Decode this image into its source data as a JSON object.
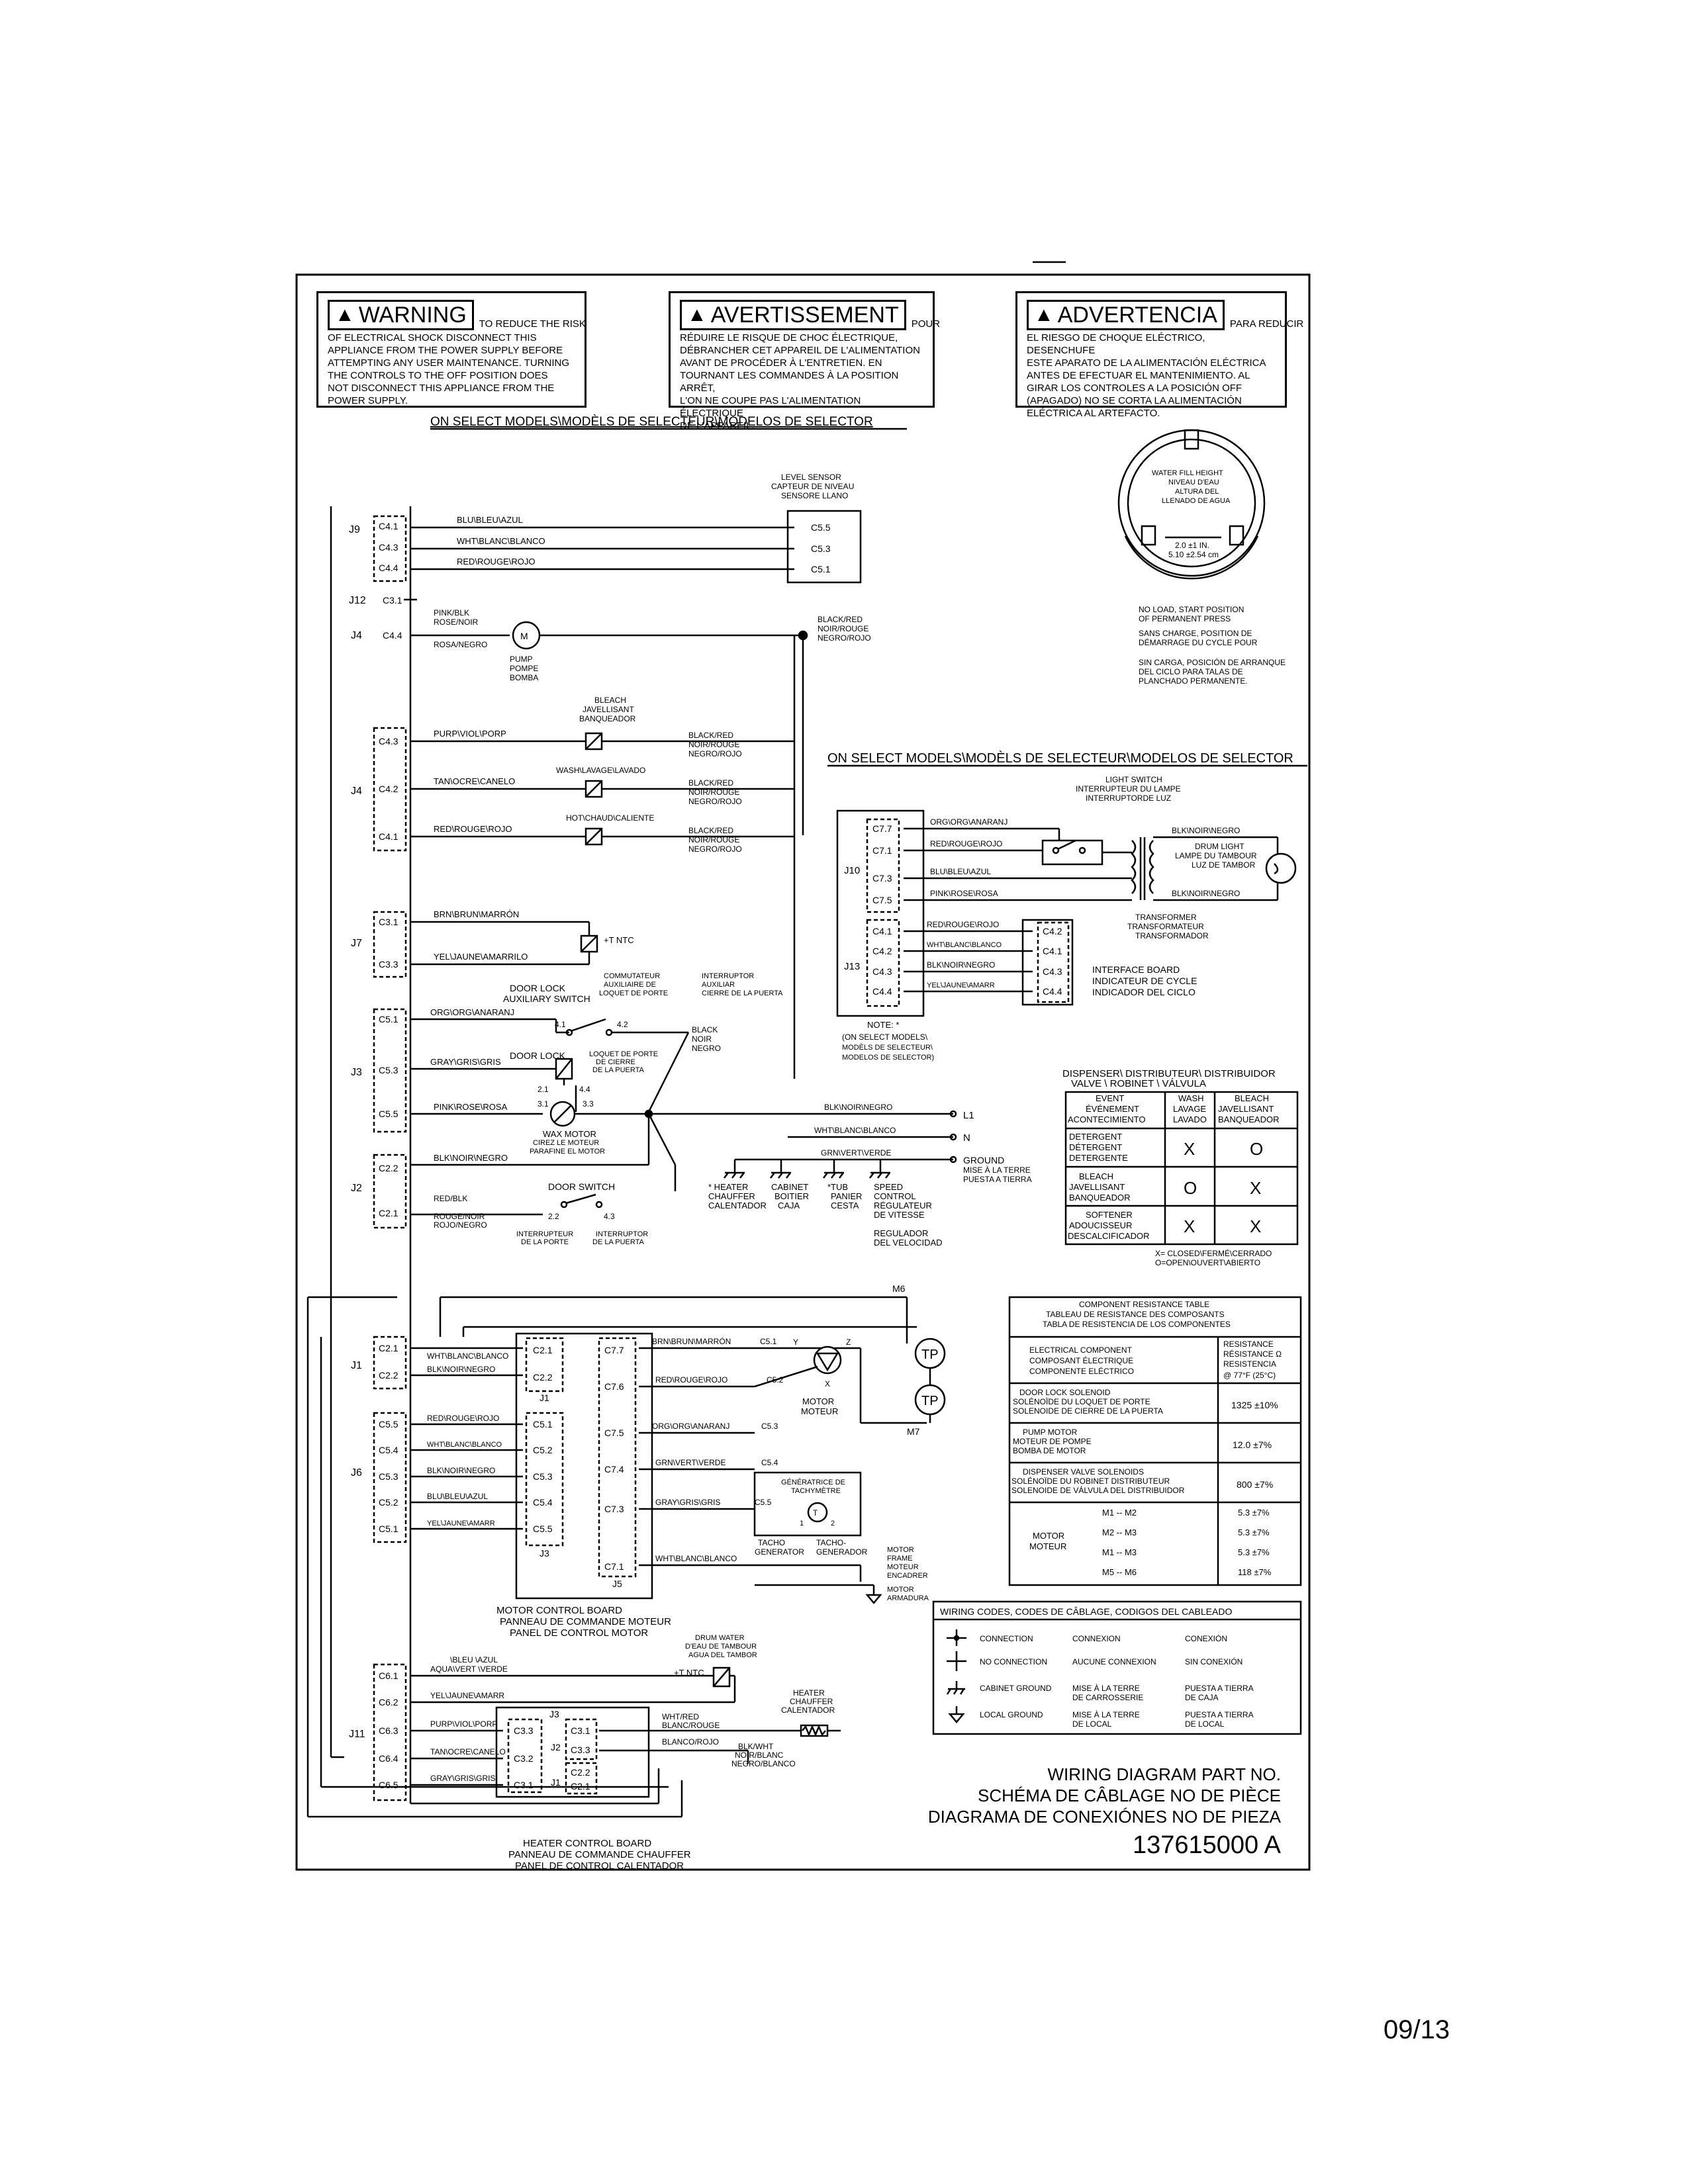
{
  "warnings": {
    "en": {
      "title": "WARNING",
      "lead": "TO REDUCE THE RISK",
      "body": "OF ELECTRICAL SHOCK DISCONNECT THIS\nAPPLIANCE FROM THE POWER SUPPLY BEFORE\nATTEMPTING ANY USER MAINTENANCE. TURNING\nTHE CONTROLS TO THE OFF POSITION DOES\nNOT DISCONNECT THIS APPLIANCE FROM THE\nPOWER SUPPLY."
    },
    "fr": {
      "title": "AVERTISSEMENT",
      "lead": "POUR",
      "body": "RÉDUIRE LE RISQUE DE CHOC ÉLECTRIQUE,\nDÉBRANCHER CET APPAREIL DE L'ALIMENTATION\nAVANT DE PROCÉDER À L'ENTRETIEN. EN\nTOURNANT LES COMMANDES À LA POSITION ARRÊT,\nL'ON NE COUPE PAS L'ALIMENTATION ÉLECTRIQUE\nDE L'APPAREIL."
    },
    "es": {
      "title": "ADVERTENCIA",
      "lead": "PARA REDUCIR",
      "body": "EL RIESGO DE CHOQUE ELÉCTRICO, DESENCHUFE\nESTE APARATO DE LA ALIMENTACIÓN ELÉCTRICA\nANTES DE EFECTUAR EL MANTENIMIENTO. AL\nGIRAR LOS CONTROLES A LA POSICIÓN OFF\n(APAGADO) NO SE CORTA LA ALIMENTACIÓN\nELÉCTRICA AL ARTEFACTO."
    }
  },
  "headings": {
    "select_models_top": "ON SELECT MODELS\\MODÈLS DE SELECTEUR\\MODELOS DE SELECTOR",
    "select_models_right": "ON SELECT MODELS\\MODÈLS DE SELECTEUR\\MODELOS DE SELECTOR"
  },
  "level_sensor": {
    "label": [
      "LEVEL SENSOR",
      "CAPTEUR DE NIVEAU",
      "SENSORE LLANO"
    ],
    "pins": [
      "C5.5",
      "C5.3",
      "C5.1"
    ]
  },
  "water_gauge": {
    "label": [
      "WATER FILL HEIGHT",
      "NIVEAU D'EAU",
      "ALTURA DEL",
      "LLENADO DE AGUA"
    ],
    "dim": [
      "2.0 ±1 IN.",
      "5.10 ±2.54 cm"
    ],
    "notes": [
      "NO LOAD, START POSITION",
      "OF PERMANENT PRESS",
      "SANS CHARGE, POSITION DE",
      "DÉMARRAGE DU CYCLE POUR",
      "SIN CARGA, POSICIÓN DE ARRANQUE",
      "DEL CICLO PARA TALAS DE",
      "PLANCHADO PERMANENTE."
    ]
  },
  "connectors": {
    "J9": [
      "C4.1",
      "C4.3",
      "C4.4"
    ],
    "J12": [
      "C3.1"
    ],
    "J4a": [
      "C4.4"
    ],
    "J4b": [
      "C4.3",
      "C4.2",
      "C4.1"
    ],
    "J7": [
      "C3.1",
      "C3.3"
    ],
    "J3": [
      "C5.1",
      "C5.3",
      "C5.5"
    ],
    "J2": [
      "C2.2",
      "C2.1"
    ],
    "J1": [
      "C2.1",
      "C2.2"
    ],
    "J6": [
      "C5.5",
      "C5.4",
      "C5.3",
      "C5.2",
      "C5.1"
    ],
    "J11": [
      "C6.1",
      "C6.2",
      "C6.3",
      "C6.4",
      "C6.5"
    ]
  },
  "wires": {
    "blu": "BLU\\BLEU\\AZUL",
    "wht": "WHT\\BLANC\\BLANCO",
    "red": "RED\\ROUGE\\ROJO",
    "pink_blk": [
      "PINK/BLK",
      "ROSE/NOIR",
      "ROSA/NEGRO"
    ],
    "black_red": [
      "BLACK/RED",
      "NOIR/ROUGE",
      "NEGRO/ROJO"
    ],
    "purp": "PURP\\VIOL\\PORP",
    "tan": "TAN\\OCRE\\CANELO",
    "brn": "BRN\\BRUN\\MARRÓN",
    "yel": "YEL\\JAUNE\\AMARRILO",
    "org": "ORG\\ORG\\ANARANJ",
    "gray": "GRAY\\GRIS\\GRIS",
    "pink": "PINK\\ROSE\\ROSA",
    "blk": "BLK\\NOIR\\NEGRO",
    "red_blk": [
      "RED/BLK",
      "ROUGE/NOIR",
      "ROJO/NEGRO"
    ],
    "grn": "GRN\\VERT\\VERDE",
    "wht_abbr": "WHT\\BLANC\\BLANCO",
    "blk_abbr": "BLK\\NOIR\\NEGRO",
    "blu_abbr": "BLU\\BLEU\\AZUL",
    "yel_abbr": "YEL\\JAUNE\\AMARR",
    "aqua": [
      "\\BLEU \\AZUL",
      "AQUA\\VERT \\VERDE"
    ],
    "wht_red": [
      "WHT/RED",
      "BLANC/ROUGE",
      "BLANCO/ROJO"
    ],
    "blk_wht": [
      "BLK/WHT",
      "NOIR/BLANC",
      "NEGRO/BLANCO"
    ]
  },
  "components": {
    "pump": [
      "PUMP",
      "POMPE",
      "BOMBA"
    ],
    "bleach": [
      "BLEACH",
      "JAVELLISANT",
      "BANQUEADOR"
    ],
    "wash": "WASH\\LAVAGE\\LAVADO",
    "hot": "HOT\\CHAUD\\CALIENTE",
    "ntc": "+T NTC",
    "aux_switch": [
      "DOOR LOCK",
      "AUXILIARY SWITCH"
    ],
    "aux_fr": [
      "COMMUTATEUR",
      "AUXILIAIRE DE",
      "LOQUET DE PORTE"
    ],
    "aux_es": [
      "INTERRUPTOR",
      "AUXILIAR",
      "CIERRE DE LA PUERTA"
    ],
    "door_lock": "DOOR LOCK",
    "door_lock_fr": [
      "LOQUET DE PORTE",
      "DE CIERRE",
      "DE LA PUERTA"
    ],
    "black_noir": [
      "BLACK",
      "NOIR",
      "NEGRO"
    ],
    "wax_motor": [
      "WAX MOTOR",
      "CIREZ LE MOTEUR",
      "PARAFINE EL MOTOR"
    ],
    "door_switch": "DOOR SWITCH",
    "door_switch_fr": [
      "INTERRUPTEUR",
      "DE LA PORTE"
    ],
    "door_switch_es": [
      "INTERRUPTOR",
      "DE LA PUERTA"
    ],
    "ground": [
      "GROUND",
      "MISE À LA TERRE",
      "PUESTA A TIERRA"
    ],
    "grounds": [
      [
        "* HEATER",
        "CHAUFFER",
        "CALENTADOR"
      ],
      [
        "CABINET",
        "BOITIER",
        "CAJA"
      ],
      [
        "*TUB",
        "PANIER",
        "CESTA"
      ],
      [
        "SPEED",
        "CONTROL",
        "RÉGULATEUR",
        "DE VITESSE",
        "REGULADOR",
        "DEL VELOCIDAD"
      ]
    ],
    "L1": "L1",
    "N": "N",
    "light_switch": [
      "LIGHT SWITCH",
      "INTERRUPTEUR DU LAMPE",
      "INTERRUPTORDE LUZ"
    ],
    "drum_light": [
      "DRUM LIGHT",
      "LAMPE DU TAMBOUR",
      "LUZ DE TAMBOR"
    ],
    "transformer": [
      "TRANSFORMER",
      "TRANSFORMATEUR",
      "TRANSFORMADOR"
    ],
    "interface": [
      "INTERFACE BOARD",
      "INDICATEUR DE CYCLE",
      "INDICADOR DEL CICLO"
    ],
    "note": [
      "NOTE:  *",
      "(ON SELECT MODELS\\",
      "MODÈLS DE SELECTEUR\\",
      "MODELOS DE SELECTOR)"
    ],
    "J10": [
      "C7.7",
      "C7.1",
      "C7.3",
      "C7.5"
    ],
    "J13": [
      "C4.1",
      "C4.2",
      "C4.3",
      "C4.4"
    ],
    "J13b": [
      "C4.2",
      "C4.1",
      "C4.3",
      "C4.4"
    ],
    "motor_board": [
      "MOTOR CONTROL BOARD",
      "PANNEAU DE COMMANDE MOTEUR",
      "PANEL DE CONTROL MOTOR"
    ],
    "J1pins": [
      "C2.1",
      "C2.2"
    ],
    "J3pins": [
      "C5.1",
      "C5.2",
      "C5.3",
      "C5.4",
      "C5.5"
    ],
    "J5pins": [
      "C7.7",
      "C7.6",
      "C7.5",
      "C7.4",
      "C7.3",
      "C7.1"
    ],
    "motor": [
      "MOTOR",
      "MOTEUR"
    ],
    "tach": [
      "GÉNÉRATRICE DE",
      "TACHYMÈTRE"
    ],
    "tach_gen": [
      "TACHO",
      "GENERATOR"
    ],
    "tach_gen_fr": [
      "TACHO-",
      "GENERADOR"
    ],
    "motor_frame": [
      "MOTOR",
      "FRAME",
      "MOTEUR",
      "ENCADRER"
    ],
    "motor_arm": [
      "MOTOR",
      "ARMADURA"
    ],
    "M6": "M6",
    "M7": "M7",
    "TP": "TP",
    "drum_water": [
      "DRUM WATER",
      "D'EAU DE TAMBOUR",
      "AGUA DEL TAMBOR"
    ],
    "heater": [
      "HEATER",
      "CHAUFFER",
      "CALENTADOR"
    ],
    "heater_board": [
      "HEATER CONTROL BOARD",
      "PANNEAU DE COMMANDE CHAUFFER",
      "PANEL DE CONTROL CALENTADOR"
    ],
    "hJ3": [
      "C3.3",
      "C3.2",
      "C3.1"
    ],
    "hJ2": [
      "C3.1",
      "C3.3"
    ],
    "hJ1": [
      "C2.2",
      "C2.1"
    ]
  },
  "dispenser_table": {
    "header": [
      "DISPENSER\\ DISTRIBUTEUR\\ DISTRIBUIDOR",
      "VALVE    \\    ROBINET    \\    VÁLVULA"
    ],
    "cols": [
      [
        "EVENT",
        "ÉVÉNEMENT",
        "ACONTECIMIENTO"
      ],
      [
        "WASH",
        "LAVAGE",
        "LAVADO"
      ],
      [
        "BLEACH",
        "JAVELLISANT",
        "BANQUEADOR"
      ]
    ],
    "rows": [
      {
        "name": [
          "DETERGENT",
          "DÉTERGENT",
          "DETERGENTE"
        ],
        "wash": "X",
        "bleach": "O"
      },
      {
        "name": [
          "BLEACH",
          "JAVELLISANT",
          "BANQUEADOR"
        ],
        "wash": "O",
        "bleach": "X"
      },
      {
        "name": [
          "SOFTENER",
          "ADOUCISSEUR",
          "DESCALCIFICADOR"
        ],
        "wash": "X",
        "bleach": "X"
      }
    ],
    "legend": [
      "X= CLOSED\\FERMÉ\\CERRADO",
      "O=OPEN\\OUVERT\\ABIERTO"
    ]
  },
  "resistance_table": {
    "title": [
      "COMPONENT RESISTANCE TABLE",
      "TABLEAU DE RESISTANCE DES COMPOSANTS",
      "TABLA DE RESISTENCIA DE LOS COMPONENTES"
    ],
    "col1": [
      "ELECTRICAL COMPONENT",
      "COMPOSANT ÉLECTRIQUE",
      "COMPONENTE ELÉCTRICO"
    ],
    "col2": [
      "RESISTANCE",
      "RÉSISTANCE  Ω",
      "RESISTENCIA",
      "@ 77°F (25°C)"
    ],
    "rows": [
      {
        "name": [
          "DOOR LOCK SOLENOID",
          "SOLÉNOÏDE DU LOQUET DE PORTE",
          "SOLENOIDE DE CIERRE DE LA PUERTA"
        ],
        "value": "1325 ±10%"
      },
      {
        "name": [
          "PUMP MOTOR",
          "MOTEUR DE POMPE",
          "BOMBA DE MOTOR"
        ],
        "value": "12.0 ±7%"
      },
      {
        "name": [
          "DISPENSER VALVE SOLENOIDS",
          "SOLÉNOÏDE DU ROBINET DISTRIBUTEUR",
          "SOLENOIDE DE VÁLVULA DEL DISTRIBUIDOR"
        ],
        "value": "800 ±7%"
      }
    ],
    "motor": [
      "MOTOR",
      "MOTEUR"
    ],
    "motor_rows": [
      {
        "pair": "M1  --  M2",
        "value": "5.3 ±7%"
      },
      {
        "pair": "M2  --  M3",
        "value": "5.3 ±7%"
      },
      {
        "pair": "M1  --  M3",
        "value": "5.3 ±7%"
      },
      {
        "pair": "M5  --  M6",
        "value": "118 ±7%"
      }
    ]
  },
  "wiring_codes": {
    "title": "WIRING CODES,   CODES DE CÂBLAGE,   CODIGOS DEL CABLEADO",
    "rows": [
      {
        "en": "CONNECTION",
        "fr": [
          "CONNEXION"
        ],
        "es": [
          "CONEXIÓN"
        ]
      },
      {
        "en": "NO CONNECTION",
        "fr": [
          "AUCUNE CONNEXION"
        ],
        "es": [
          "SIN CONEXIÓN"
        ]
      },
      {
        "en": "CABINET GROUND",
        "fr": [
          "MISE À LA TERRE",
          "DE CARROSSERIE"
        ],
        "es": [
          "PUESTA A TIERRA",
          "DE CAJA"
        ]
      },
      {
        "en": "LOCAL GROUND",
        "fr": [
          "MISE À LA TERRE",
          "DE LOCAL"
        ],
        "es": [
          "PUESTA A TIERRA",
          "DE LOCAL"
        ]
      }
    ]
  },
  "part_number": {
    "lines": [
      "WIRING DIAGRAM PART NO.",
      "SCHÉMA DE CÂBLAGE NO DE PIÈCE",
      "DIAGRAMA DE CONEXIÓNES NO DE PIEZA"
    ],
    "number": "137615000  A"
  },
  "page_no": "09/13"
}
